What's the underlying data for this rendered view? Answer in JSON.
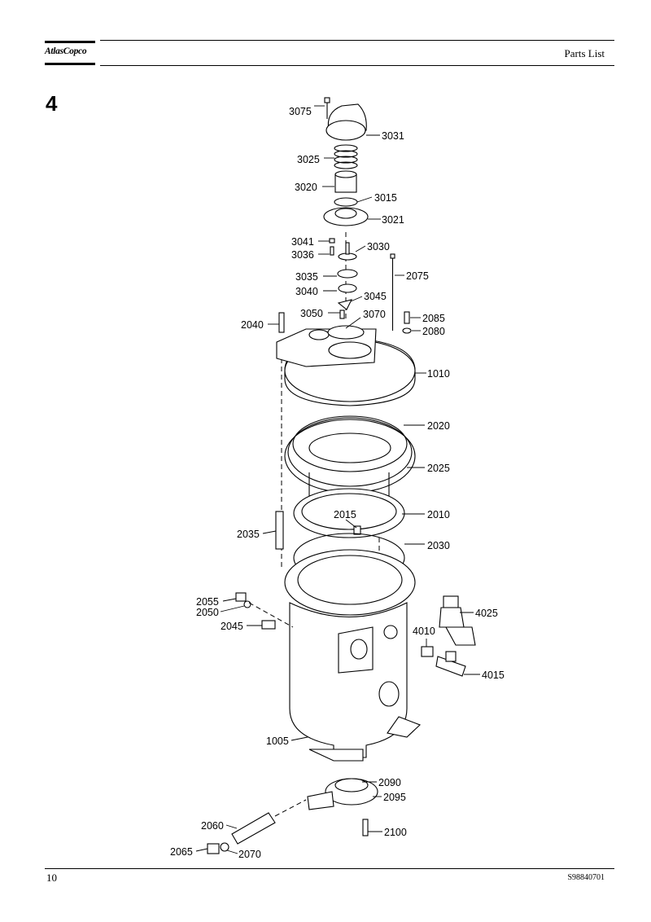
{
  "header": {
    "logo_text": "AtlasCopco",
    "title": "Parts List"
  },
  "section_number": "4",
  "footer": {
    "page_number": "10",
    "document_code": "S98840701"
  },
  "diagram": {
    "labels": {
      "p3075": "3075",
      "p3031": "3031",
      "p3025": "3025",
      "p3020": "3020",
      "p3015": "3015",
      "p3021": "3021",
      "p3041": "3041",
      "p3030": "3030",
      "p3036": "3036",
      "p2075": "2075",
      "p3035": "3035",
      "p3040": "3040",
      "p3045": "3045",
      "p3050": "3050",
      "p3070": "3070",
      "p2085": "2085",
      "p2040": "2040",
      "p2080": "2080",
      "p1010": "1010",
      "p2020": "2020",
      "p2025": "2025",
      "p2010": "2010",
      "p2015": "2015",
      "p2035": "2035",
      "p2030": "2030",
      "p2055": "2055",
      "p4025": "4025",
      "p2050": "2050",
      "p2045": "2045",
      "p4010": "4010",
      "p4015": "4015",
      "p1005": "1005",
      "p2090": "2090",
      "p2095": "2095",
      "p2060": "2060",
      "p2100": "2100",
      "p2065": "2065",
      "p2070": "2070"
    }
  }
}
